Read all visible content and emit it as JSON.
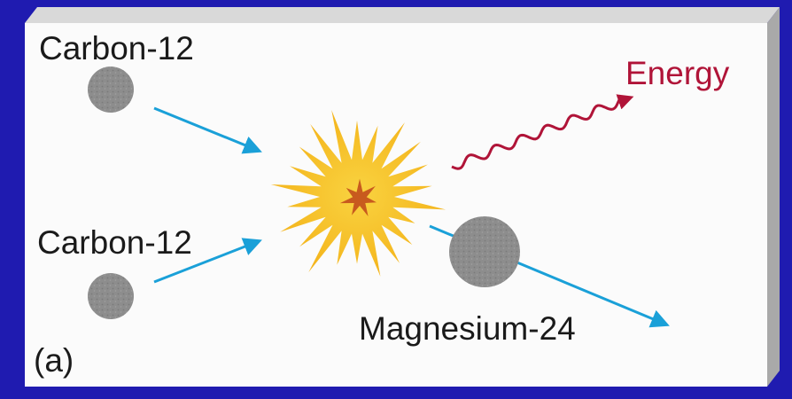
{
  "labels": {
    "carbon_top": "Carbon-12",
    "carbon_bottom": "Carbon-12",
    "energy": "Energy",
    "magnesium": "Magnesium-24",
    "panel": "(a)"
  },
  "colors": {
    "background": "#1f1bb0",
    "panel_face": "#fbfbfb",
    "panel_edge": "#b0b0b0",
    "nucleus": "#8a8a8a",
    "arrow": "#1aa0d8",
    "energy": "#b01438",
    "burst_outer": "#f6b21f",
    "burst_inner": "#c85a1e"
  },
  "icons": [
    "carbon-nucleus",
    "magnesium-nucleus",
    "fusion-burst",
    "energy-wave-arrow"
  ]
}
